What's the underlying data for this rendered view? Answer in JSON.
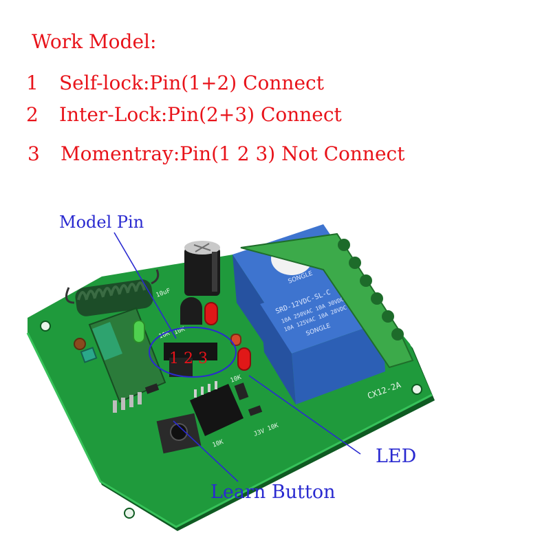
{
  "work_model": {
    "title": "Work Model:",
    "modes": [
      {
        "num": "1",
        "text": "Self-lock:Pin(1+2) Connect"
      },
      {
        "num": "2",
        "text": "Inter-Lock:Pin(2+3) Connect"
      },
      {
        "num": "3",
        "text": "Momentray:Pin(1 2 3) Not Connect"
      }
    ]
  },
  "callouts": {
    "model_pin": "Model Pin",
    "pin_numbers": "1 2 3",
    "led": "LED",
    "learn_button": "Learn Button"
  },
  "board": {
    "model_marking": "CX12-2A",
    "relay_brand": "SONGLE",
    "relay_model": "SRD-12VDC-SL-C",
    "relay_rating_1": "10A 250VAC 10A 30VDC",
    "relay_rating_2": "10A 125VAC 10A 28VDC",
    "silk_labels": [
      "10K",
      "10K",
      "J3V",
      "10K",
      "10K",
      "10K",
      "10uF"
    ]
  },
  "colors": {
    "annotation_red": "#e8131a",
    "annotation_blue": "#2a2ad0",
    "pcb_green": "#1f9a3c",
    "relay_blue": "#2c5fb5",
    "terminal_green": "#3caa4a"
  }
}
